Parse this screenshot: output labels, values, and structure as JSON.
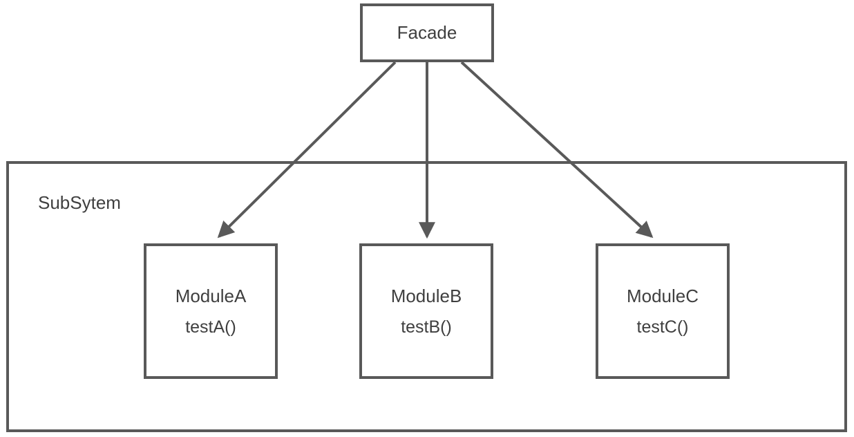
{
  "diagram": {
    "title_semantic": "Facade design pattern diagram",
    "facade": {
      "label": "Facade"
    },
    "subsystem": {
      "label": "SubSytem",
      "modules": [
        {
          "name": "ModuleA",
          "method": "testA()"
        },
        {
          "name": "ModuleB",
          "method": "testB()"
        },
        {
          "name": "ModuleC",
          "method": "testC()"
        }
      ]
    },
    "connections": [
      {
        "from": "Facade",
        "to": "ModuleA"
      },
      {
        "from": "Facade",
        "to": "ModuleB"
      },
      {
        "from": "Facade",
        "to": "ModuleC"
      }
    ],
    "colors": {
      "line": "#595959",
      "text": "#3f3f3f",
      "background": "#ffffff"
    }
  }
}
